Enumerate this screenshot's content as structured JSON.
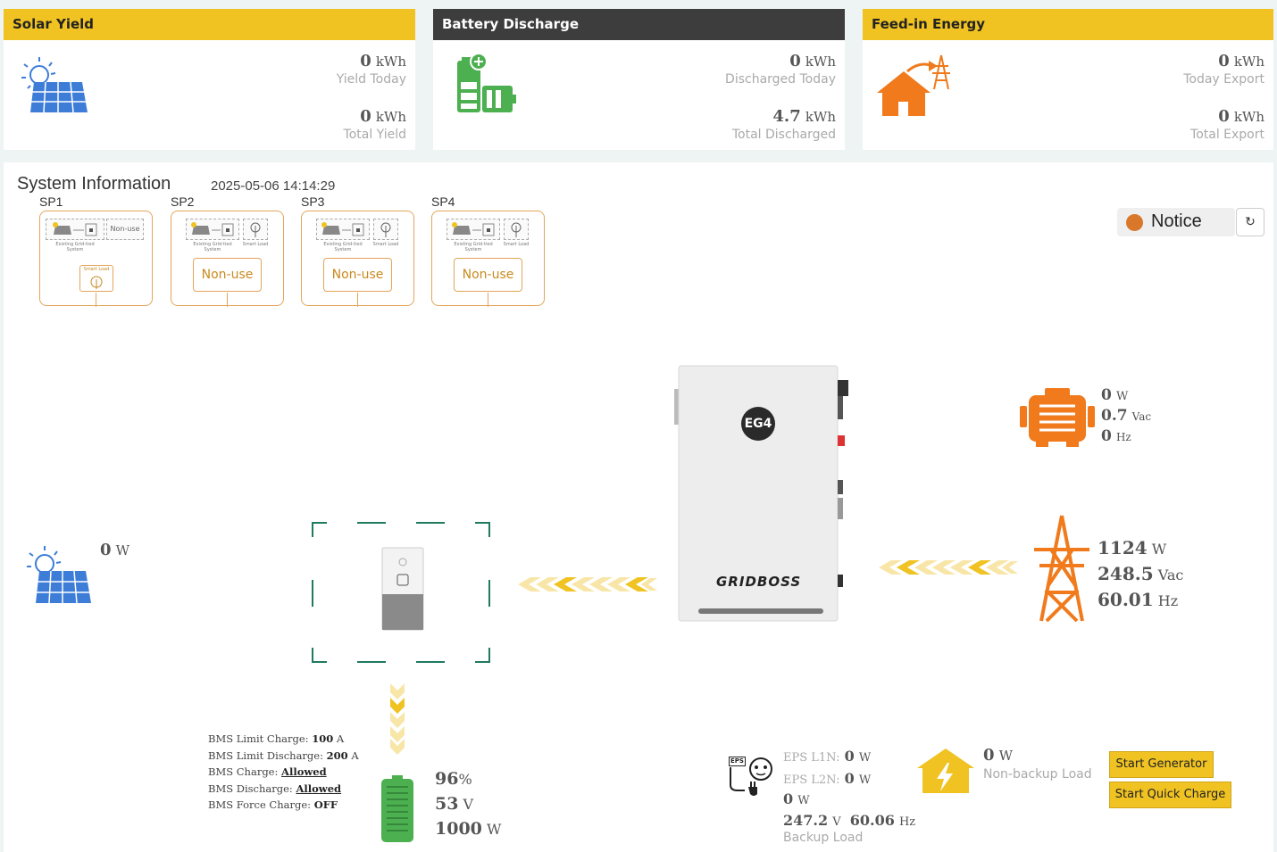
{
  "cards": {
    "solar": {
      "title": "Solar Yield",
      "v1": "0",
      "u1": "kWh",
      "l1": "Yield Today",
      "v2": "0",
      "u2": "kWh",
      "l2": "Total Yield"
    },
    "battery": {
      "title": "Battery Discharge",
      "v1": "0",
      "u1": "kWh",
      "l1": "Discharged Today",
      "v2": "4.7",
      "u2": "kWh",
      "l2": "Total Discharged"
    },
    "feedin": {
      "title": "Feed-in Energy",
      "v1": "0",
      "u1": "kWh",
      "l1": "Today Export",
      "v2": "0",
      "u2": "kWh",
      "l2": "Total Export"
    }
  },
  "system": {
    "title": "System Information",
    "timestamp": "2025-05-06 14:14:29",
    "smart_ports": [
      {
        "label": "SP1",
        "mini_left": "Existing Grid-tied System",
        "mini_right": "Non-use",
        "bottom": "Smart Load"
      },
      {
        "label": "SP2",
        "mini_left": "Existing Grid-tied System",
        "mini_right": "Smart Load",
        "bottom": "Non-use"
      },
      {
        "label": "SP3",
        "mini_left": "Existing Grid-tied System",
        "mini_right": "Smart Load",
        "bottom": "Non-use"
      },
      {
        "label": "SP4",
        "mini_left": "Existing Grid-tied System",
        "mini_right": "Smart Load",
        "bottom": "Non-use"
      }
    ],
    "notice_label": "Notice",
    "brand": {
      "logo": "EG4",
      "model": "GRIDBOSS"
    }
  },
  "solar": {
    "power": "0",
    "power_unit": "W"
  },
  "generator": {
    "power": "0",
    "power_unit": "W",
    "voltage": "0.7",
    "voltage_unit": "Vac",
    "freq": "0",
    "freq_unit": "Hz"
  },
  "grid": {
    "power": "1124",
    "power_unit": "W",
    "voltage": "248.5",
    "voltage_unit": "Vac",
    "freq": "60.01",
    "freq_unit": "Hz"
  },
  "bms": {
    "limit_charge_label": "BMS Limit Charge:",
    "limit_charge": "100",
    "limit_charge_unit": "A",
    "limit_discharge_label": "BMS Limit Discharge:",
    "limit_discharge": "200",
    "limit_discharge_unit": "A",
    "charge_label": "BMS Charge:",
    "charge": "Allowed",
    "discharge_label": "BMS Discharge:",
    "discharge": "Allowed",
    "force_label": "BMS Force Charge:",
    "force": "OFF"
  },
  "battery": {
    "soc": "96",
    "soc_unit": "%",
    "voltage": "53",
    "voltage_unit": "V",
    "power": "1000",
    "power_unit": "W"
  },
  "backup": {
    "eps_badge": "EPS",
    "l1_label": "EPS L1N:",
    "l1": "0",
    "l1_unit": "W",
    "l2_label": "EPS L2N:",
    "l2": "0",
    "l2_unit": "W",
    "total": "0",
    "total_unit": "W",
    "voltage": "247.2",
    "voltage_unit": "V",
    "freq": "60.06",
    "freq_unit": "Hz",
    "label": "Backup Load"
  },
  "nonbackup": {
    "power": "0",
    "power_unit": "W",
    "label": "Non-backup Load"
  },
  "buttons": {
    "start_generator": "Start Generator",
    "start_quick_charge": "Start Quick Charge"
  },
  "colors": {
    "accent": "#f0c322",
    "orange": "#f07a1c",
    "green": "#4caf50",
    "blue": "#3d7dd8"
  }
}
